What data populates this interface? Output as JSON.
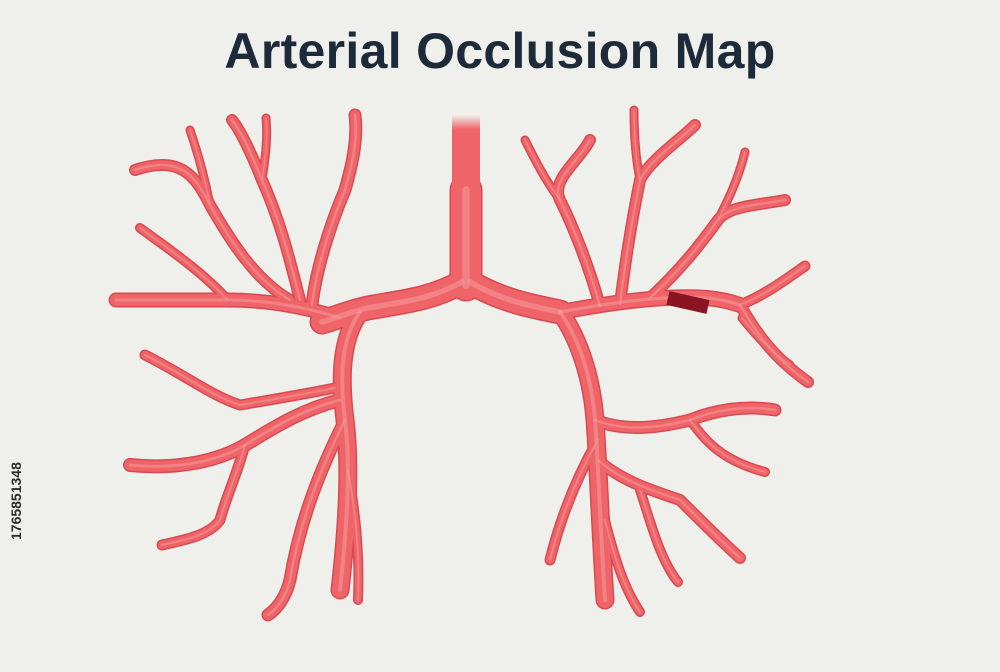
{
  "title": "Arterial Occlusion Map",
  "stock_id": "1765851348",
  "colors": {
    "background": "#efefec",
    "title": "#1c2a3a",
    "artery": "#ee6468",
    "artery_edge": "#d84a50",
    "artery_highlight": "#f79a9c",
    "occlusion": "#8a1422"
  },
  "diagram": {
    "parts": [
      {
        "name": "trunk"
      },
      {
        "name": "left-main-branch"
      },
      {
        "name": "right-main-branch"
      },
      {
        "name": "occlusion-marker",
        "location": "right upper branch"
      }
    ]
  }
}
